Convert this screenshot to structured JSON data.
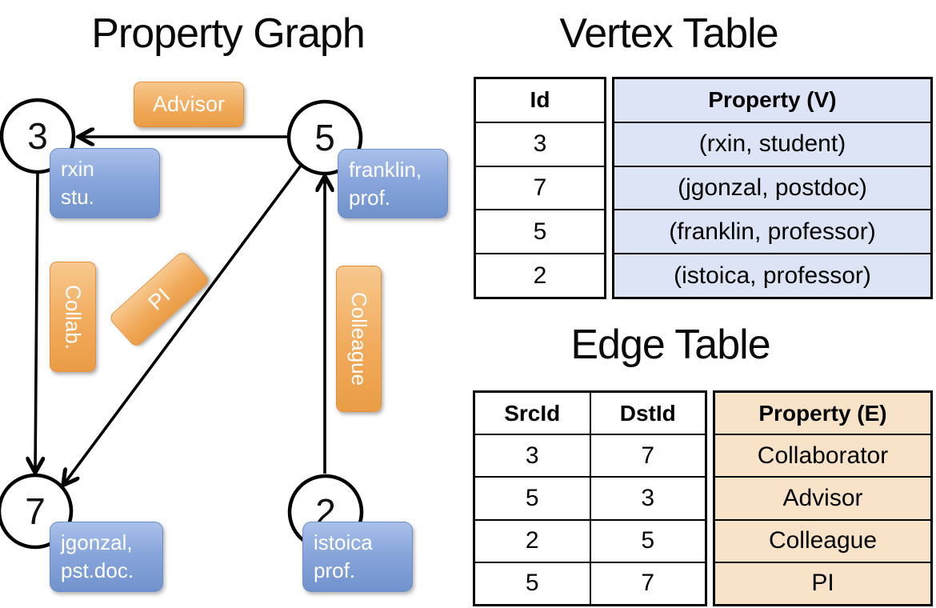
{
  "titles": {
    "graph": "Property Graph",
    "vertex_table": "Vertex Table",
    "edge_table": "Edge Table"
  },
  "graph": {
    "nodes": [
      {
        "id": "3",
        "label_line1": "rxin",
        "label_line2": "stu."
      },
      {
        "id": "5",
        "label_line1": "franklin,",
        "label_line2": "prof."
      },
      {
        "id": "7",
        "label_line1": "jgonzal,",
        "label_line2": "pst.doc."
      },
      {
        "id": "2",
        "label_line1": "istoica",
        "label_line2": "prof."
      }
    ],
    "edge_labels": {
      "advisor": "Advisor",
      "collab": "Collab.",
      "pi": "PI",
      "colleague": "Colleague"
    }
  },
  "vertex_table": {
    "headers": {
      "id": "Id",
      "property": "Property (V)"
    },
    "rows": [
      {
        "id": "3",
        "property": "(rxin, student)"
      },
      {
        "id": "7",
        "property": "(jgonzal, postdoc)"
      },
      {
        "id": "5",
        "property": "(franklin, professor)"
      },
      {
        "id": "2",
        "property": "(istoica, professor)"
      }
    ]
  },
  "edge_table": {
    "headers": {
      "src": "SrcId",
      "dst": "DstId",
      "property": "Property (E)"
    },
    "rows": [
      {
        "src": "3",
        "dst": "7",
        "property": "Collaborator"
      },
      {
        "src": "5",
        "dst": "3",
        "property": "Advisor"
      },
      {
        "src": "2",
        "dst": "5",
        "property": "Colleague"
      },
      {
        "src": "5",
        "dst": "7",
        "property": "PI"
      }
    ]
  },
  "colors": {
    "edge_label_orange": "#efa44f",
    "vertex_label_blue": "#7d9bd2",
    "vertex_property_fill": "#dce4f5",
    "edge_property_fill": "#f8e3c9",
    "table_border": "#000000"
  }
}
